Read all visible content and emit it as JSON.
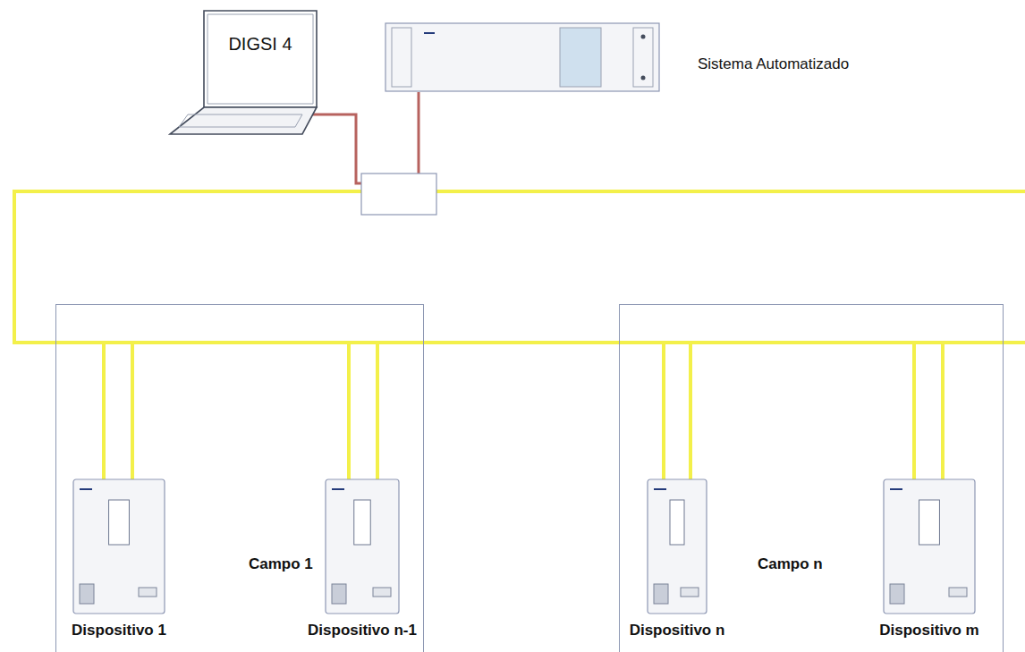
{
  "diagram": {
    "nodes": [
      {
        "text": [
          "DIGSI 4"
        ]
      },
      {
        "text": [
          "Sistema Automatizado"
        ]
      },
      {
        "text": [
          "Campo 1"
        ]
      },
      {
        "text": [
          "Dispositivo 1"
        ],
        "in": 2
      },
      {
        "text": [
          "Dispositivo n-1"
        ],
        "in": 2
      },
      {
        "text": [
          "Campo n"
        ]
      },
      {
        "text": [
          "Dispositivo n"
        ],
        "in": 5
      },
      {
        "text": [
          "Dispositivo m"
        ],
        "in": 5
      }
    ]
  }
}
